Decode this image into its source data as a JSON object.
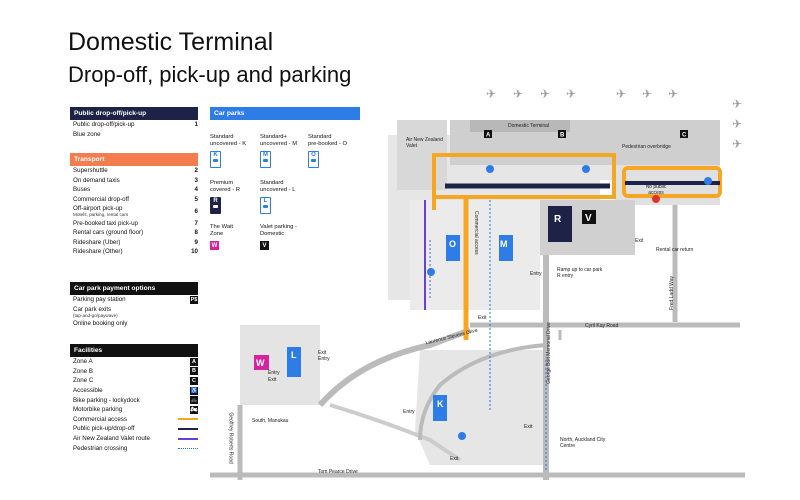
{
  "title": "Domestic Terminal",
  "subtitle": "Drop-off, pick-up and parking",
  "colors": {
    "navy": "#1d2246",
    "orange": "#f47d50",
    "blue": "#2e7ce6",
    "yellow": "#f5a623",
    "magenta": "#d6249f",
    "purple": "#6b3fd6"
  },
  "dropoff": {
    "header": "Public drop-off/pick-up",
    "rows": [
      {
        "label": "Public drop-off/pick-up",
        "num": "1"
      },
      {
        "label": "Blue zone",
        "num": ""
      }
    ]
  },
  "transport": {
    "header": "Transport",
    "rows": [
      {
        "label": "Supershuttle",
        "num": "2"
      },
      {
        "label": "On demand taxis",
        "num": "3"
      },
      {
        "label": "Buses",
        "num": "4"
      },
      {
        "label": "Commercial drop-off",
        "num": "5"
      },
      {
        "label": "Off-airport pick-up",
        "num": "6",
        "small": "Motels, parking, rental cars"
      },
      {
        "label": "Pre-booked taxi pick-up",
        "num": "7"
      },
      {
        "label": "Rental cars (ground floor)",
        "num": "8"
      },
      {
        "label": "Rideshare (Uber)",
        "num": "9"
      },
      {
        "label": "Rideshare (Other)",
        "num": "10"
      }
    ]
  },
  "payment": {
    "header": "Car park payment options",
    "rows": [
      {
        "label": "Parking pay station",
        "badge": "P$"
      },
      {
        "label": "Car park exits",
        "small": "(tap-and-go/paywave)"
      },
      {
        "label": "Online booking only"
      }
    ]
  },
  "facilities": {
    "header": "Facilities",
    "rows": [
      {
        "label": "Zone A",
        "badge": "A"
      },
      {
        "label": "Zone B",
        "badge": "B"
      },
      {
        "label": "Zone C",
        "badge": "C"
      },
      {
        "label": "Accessible",
        "badge": "♿"
      },
      {
        "label": "Bike parking - lockydock",
        "badge": "🚲"
      },
      {
        "label": "Motorbike parking",
        "badge": "🏍"
      },
      {
        "label": "Commercial access",
        "line": "yellow"
      },
      {
        "label": "Public pick-up/drop-off",
        "line": "navy"
      },
      {
        "label": "Air New Zealand Valet route",
        "line": "purple"
      },
      {
        "label": "Pedestrian crossing",
        "line": "dots"
      }
    ]
  },
  "car_parks": {
    "header": "Car parks",
    "items": [
      {
        "letter": "K",
        "line1": "Standard",
        "line2": "uncovered - K"
      },
      {
        "letter": "M",
        "line1": "Standard+",
        "line2": "uncovered - M"
      },
      {
        "letter": "O",
        "line1": "Standard",
        "line2": "pre-booked - O"
      },
      {
        "letter": "R",
        "line1": "Premium",
        "line2": "covered - R"
      },
      {
        "letter": "L",
        "line1": "Standard",
        "line2": "uncovered - L"
      },
      {
        "letter": "W",
        "line1": "The Wait",
        "line2": "Zone"
      },
      {
        "letter": "V",
        "line1": "Valet parking -",
        "line2": "Domestic"
      }
    ]
  },
  "map": {
    "terminal_label": "Domestic Terminal",
    "zones": [
      "A",
      "B",
      "C"
    ],
    "air_nz_valet": "Air New Zealand Valet",
    "pedestrian_overbridge": "Pedestrian overbridge",
    "no_public_access": "No public access",
    "rental_car_return": "Rental car return",
    "ramp": "Ramp up to car park R entry",
    "commercial_access": "Commercial access",
    "roads": {
      "cyril": "Cyril Kay Road",
      "laurence": "Laurence Stevens Drive",
      "george": "George Bolt Memorial Drive",
      "geoffrey": "Geoffrey Roberts Road",
      "tom": "Tom Pearce Drive",
      "fred": "Fred Ladd Way"
    },
    "south_manukau": "South, Manukau",
    "north": "North, Auckland City Centre",
    "entry": "Entry",
    "exit": "Exit"
  }
}
